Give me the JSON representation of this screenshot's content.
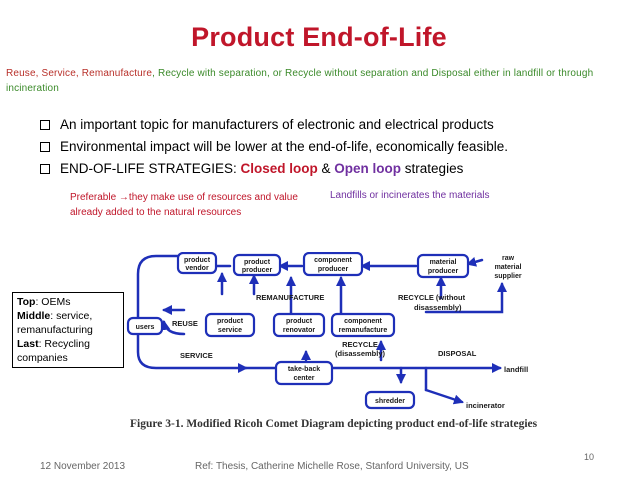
{
  "title": "Product End-of-Life",
  "subtitle": {
    "part1": "Reuse, Service, Remanufacture",
    "part2": ", Recycle with separation, or Recycle without separation and Disposal either in landfill or through incineration"
  },
  "bullets": [
    "An important topic for manufacturers of electronic and electrical products",
    "Environmental impact will be lower at the end-of-life, economically feasible."
  ],
  "strategies": {
    "label": "END-OF-LIFE STRATEGIES",
    "colon": ": ",
    "closed": "Closed loop",
    "amp": " & ",
    "open": "Open loop",
    "suffix": " strategies"
  },
  "preferable": {
    "word": "Preferable ",
    "arrow": "→",
    "rest": "they make use of resources and value already added to the natural resources"
  },
  "landfill_note": "Landfills or incinerates the materials",
  "diagram": {
    "nodes": {
      "product_vendor": [
        "product",
        "vendor"
      ],
      "product_producer": [
        "product",
        "producer"
      ],
      "component_producer": [
        "component",
        "producer"
      ],
      "material_producer": [
        "material",
        "producer"
      ],
      "raw_material_supplier": [
        "raw",
        "material",
        "supplier"
      ],
      "users": [
        "users"
      ],
      "product_service": [
        "product",
        "service"
      ],
      "product_renovator": [
        "product",
        "renovator"
      ],
      "component_remanufacture": [
        "component",
        "remanufacture"
      ],
      "take_back_center": [
        "take-back",
        "center"
      ],
      "shredder": [
        "shredder"
      ]
    },
    "labels": {
      "reuse": "REUSE",
      "service": "SERVICE",
      "remanufacture": "REMANUFACTURE",
      "recycle_without": [
        "RECYCLE (without",
        "disassembly)"
      ],
      "recycle": [
        "RECYCLE",
        "(disassembly)"
      ],
      "disposal": "DISPOSAL",
      "landfill": "landfill",
      "incinerator": "incinerator"
    }
  },
  "caption": "Figure 3-1. Modified Ricoh Comet Diagram depicting product end-of-life strategies",
  "sidenote": {
    "top_label": "Top",
    "top_text": ": OEMs",
    "middle_label": "Middle",
    "middle_text": ": service, remanufacturing",
    "last_label": "Last",
    "last_text": ": Recycling companies"
  },
  "footer": {
    "date": "12 November 2013",
    "ref": "Ref: Thesis, Catherine Michelle Rose, Stanford University, US",
    "page": "10"
  },
  "colors": {
    "title": "#c0162a",
    "subtitle": "#b8302a",
    "green": "#3b8a2a",
    "purple": "#7030a0",
    "diagram": "#1e2fb8"
  }
}
